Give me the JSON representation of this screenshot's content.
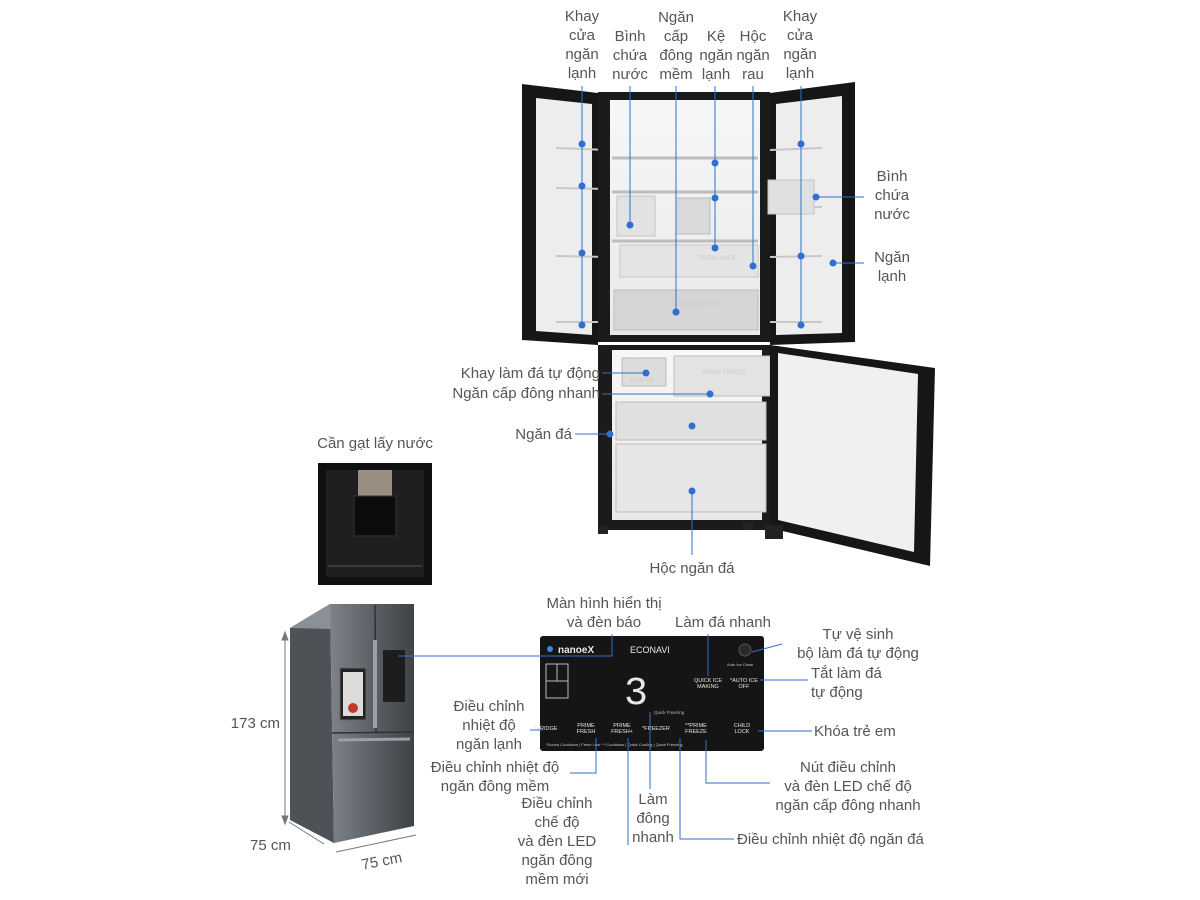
{
  "labels": {
    "khay_cua_trai": "Khay\ncửa\nngăn\nlạnh",
    "binh_nuoc_top": "Bình\nchứa\nnước",
    "ngan_cap_dong_mem": "Ngăn\ncấp\nđông\nmềm",
    "ke_ngan_lanh": "Kệ\nngăn\nlạnh",
    "hoc_ngan_rau": "Hộc\nngăn\nrau",
    "khay_cua_phai": "Khay\ncửa\nngăn\nlạnh",
    "binh_nuoc_right": "Bình\nchứa\nnước",
    "ngan_lanh": "Ngăn\nlạnh",
    "khay_lam_da": "Khay làm đá tự động",
    "ngan_cap_dong_nhanh": "Ngăn cấp đông nhanh",
    "ngan_da": "Ngăn đá",
    "hoc_ngan_da": "Hộc ngăn đá",
    "can_gat": "Cần gạt lấy nước",
    "man_hinh": "Màn hình hiển thị\nvà đèn báo",
    "lam_da_nhanh": "Làm đá nhanh",
    "tu_ve_sinh": "Tự vệ sinh\nbộ làm đá tự động",
    "tat_lam_da": "Tắt làm đá\ntự động",
    "dc_ngan_lanh": "Điều chỉnh\nnhiệt độ\nngăn lạnh",
    "khoa_tre_em": "Khóa trẻ em",
    "dc_dong_mem": "Điều chỉnh nhiệt độ\nngăn đông mềm",
    "nut_dc_cap_dong": "Nút điều chỉnh\nvà đèn LED chế độ\nngăn cấp đông nhanh",
    "dc_che_do_led": "Điều chỉnh\nchế độ\nvà đèn LED\nngăn đông\nmềm mới",
    "lam_dong_nhanh": "Làm\nđông\nnhanh",
    "dc_ngan_da": "Điều chỉnh nhiệt độ ngăn đá"
  },
  "dimensions": {
    "height": "173 cm",
    "depth": "75 cm",
    "width": "75 cm"
  },
  "panel": {
    "brand": "nanoeX",
    "econavi": "ECONAVI",
    "auto_ice_clean": "Auto Ice Clean",
    "quick_ice": "QUICK ICE\nMAKING",
    "auto_ice_off": "*AUTO ICE\nOFF",
    "fridge": "*FRIDGE",
    "prime_fresh": "PRIME\nFRESH",
    "prime_fresh_plus": "PRIME\nFRESH+",
    "freezer": "*FREEZER",
    "prime_freeze": "**PRIME\nFREEZE",
    "child_lock": "CHILD\nLOCK",
    "quick_freezing": "Quick Freezing",
    "display_digit": "3",
    "bottom_notes": "*Sound Cooldown | Fresh Low   * * Cooldown   | Quick Cooling   | Quick Freezing"
  },
  "fridge_prints": {
    "fresh_safe": "FRESH SAFE",
    "prime_freeze_drawer": "PRIME FREEZE",
    "prime_freeze_freezer": "PRIME FREEZE",
    "auto_ice": "AUTO ICE"
  },
  "colors": {
    "leader": "#2f6fd1",
    "dot": "#2f6fd1",
    "text": "#555555",
    "panel": "#151515",
    "fridge_body": "#111111",
    "interior": "#f4f4f4"
  }
}
